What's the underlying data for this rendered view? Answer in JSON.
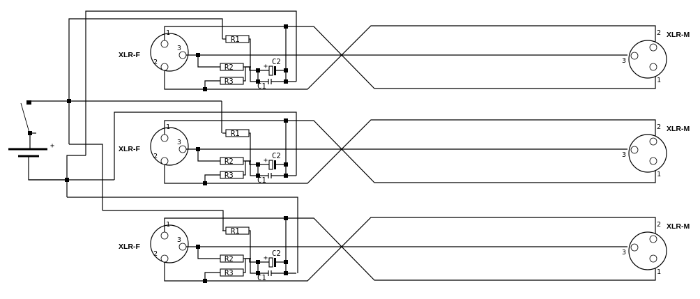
{
  "diagram": {
    "type": "schematic",
    "description": "Three identical XLR phantom-powered channel circuits fed from a battery with a switch",
    "power": {
      "battery_label_negative": "-",
      "battery_label_positive": "+",
      "switch": "single-pole switch"
    },
    "channels": [
      {
        "id": "ch1",
        "input_connector": {
          "label": "XLR-F",
          "pins": [
            "1",
            "2",
            "3"
          ]
        },
        "output_connector": {
          "label": "XLR-M",
          "pins": [
            "1",
            "2",
            "3"
          ]
        },
        "components": [
          {
            "ref": "R1",
            "type": "resistor"
          },
          {
            "ref": "R2",
            "type": "resistor"
          },
          {
            "ref": "R3",
            "type": "resistor"
          },
          {
            "ref": "C1",
            "type": "capacitor"
          },
          {
            "ref": "C2",
            "type": "electrolytic-capacitor",
            "polarity_mark": "+"
          }
        ]
      },
      {
        "id": "ch2",
        "input_connector": {
          "label": "XLR-F",
          "pins": [
            "1",
            "2",
            "3"
          ]
        },
        "output_connector": {
          "label": "XLR-M",
          "pins": [
            "1",
            "2",
            "3"
          ]
        },
        "components": [
          {
            "ref": "R1",
            "type": "resistor"
          },
          {
            "ref": "R2",
            "type": "resistor"
          },
          {
            "ref": "R3",
            "type": "resistor"
          },
          {
            "ref": "C1",
            "type": "capacitor"
          },
          {
            "ref": "C2",
            "type": "electrolytic-capacitor",
            "polarity_mark": "+"
          }
        ]
      },
      {
        "id": "ch3",
        "input_connector": {
          "label": "XLR-F",
          "pins": [
            "1",
            "2",
            "3"
          ]
        },
        "output_connector": {
          "label": "XLR-M",
          "pins": [
            "1",
            "2",
            "3"
          ]
        },
        "components": [
          {
            "ref": "R1",
            "type": "resistor"
          },
          {
            "ref": "R2",
            "type": "resistor"
          },
          {
            "ref": "R3",
            "type": "resistor"
          },
          {
            "ref": "C1",
            "type": "capacitor"
          },
          {
            "ref": "C2",
            "type": "electrolytic-capacitor",
            "polarity_mark": "+"
          }
        ]
      }
    ]
  }
}
